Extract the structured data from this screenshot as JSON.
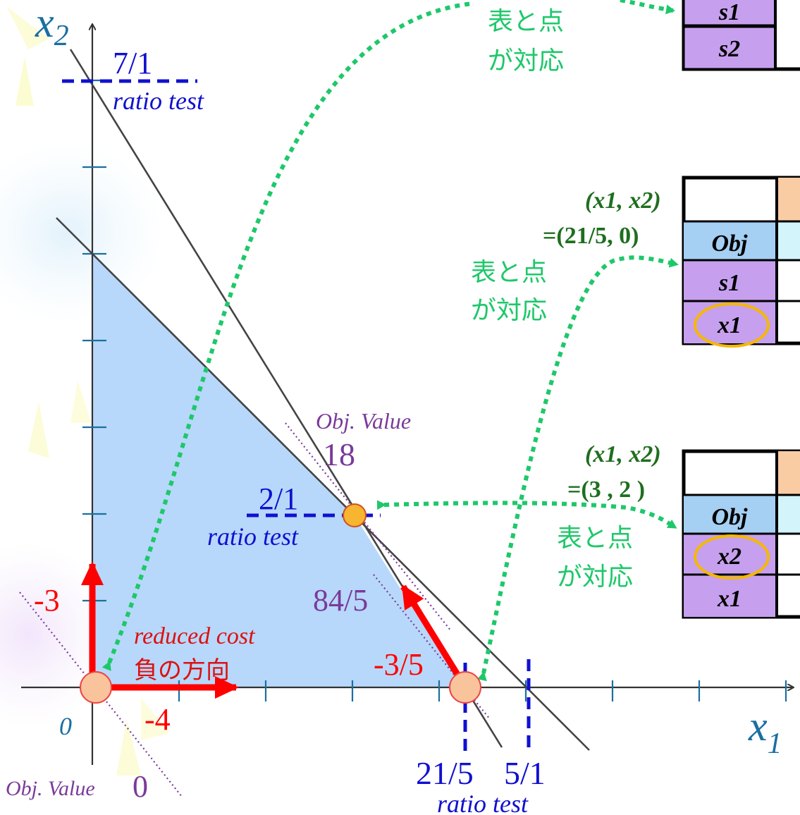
{
  "axes": {
    "x_label": "x",
    "x_sub": "1",
    "y_label": "x",
    "y_sub": "2",
    "origin": "0",
    "x_ticks": 8,
    "y_ticks": 7
  },
  "labels": {
    "ratio_top_value": "7/1",
    "ratio_top_text": "ratio test",
    "ratio_mid_value": "2/1",
    "ratio_mid_text": "ratio test",
    "ratio_bottom_value_a": "21/5",
    "ratio_bottom_value_b": "5/1",
    "ratio_bottom_text": "ratio test",
    "obj_value_label_top": "Obj. Value",
    "obj_value_top": "18",
    "obj_value_mid": "84/5",
    "obj_value_label_bottom": "Obj. Value",
    "obj_value_bottom": "0",
    "reduced_cost_text": "reduced cost",
    "negative_direction": "負の方向",
    "rc_up": "-3",
    "rc_right": "-4",
    "rc_diag": "-3/5"
  },
  "annotations": {
    "correspond_1_line1": "表と点",
    "correspond_1_line2": "が対応",
    "correspond_2_line1": "表と点",
    "correspond_2_line2": "が対応",
    "correspond_3_line1": "表と点",
    "correspond_3_line2": "が対応",
    "point_2_coord_label": "(x1, x2)",
    "point_2_coord_value": "=(21/5, 0)",
    "point_3_coord_label": "(x1, x2)",
    "point_3_coord_value": "=(3 , 2 )"
  },
  "tableaus": [
    {
      "rows": [
        "s1",
        "s2"
      ]
    },
    {
      "rows": [
        "Obj",
        "s1",
        "x1"
      ],
      "circled": "x1"
    },
    {
      "rows": [
        "Obj",
        "x2",
        "x1"
      ],
      "circled": "x2"
    }
  ],
  "colors": {
    "feasible_region": "#b3d6fa",
    "constraint_line": "#444444",
    "ratio_test": "#1010d0",
    "reduced_cost": "#ff0000",
    "objective": "#7a3a9a",
    "correspond_arrow": "#1ec86a",
    "basis_row": "#c6a0ee",
    "obj_row": "#a5cff3",
    "header_cell": "#f9cca4",
    "obj_row_value": "#d2f4fa",
    "circle_highlight": "#f5b800",
    "axis_label": "#1a6fa0"
  }
}
